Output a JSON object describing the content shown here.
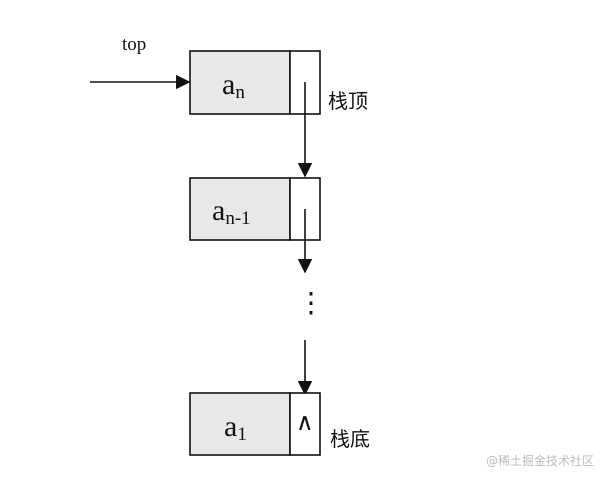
{
  "pointer_label": "top",
  "nodes": [
    {
      "base": "a",
      "sub": "n",
      "side_label": "栈顶",
      "next_mark": ""
    },
    {
      "base": "a",
      "sub": "n-1",
      "side_label": "",
      "next_mark": ""
    },
    {
      "base": "a",
      "sub": "1",
      "side_label": "栈底",
      "next_mark": "∧"
    }
  ],
  "ellipsis": "⋮",
  "watermark": "@稀土掘金技术社区",
  "colors": {
    "data_fill": "#e8e8e8",
    "stroke": "#111111",
    "background": "#ffffff"
  }
}
